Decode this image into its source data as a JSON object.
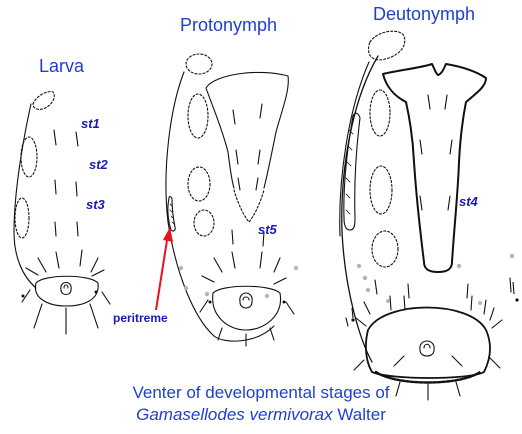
{
  "stages": {
    "larva": "Larva",
    "protonymph": "Protonymph",
    "deutonymph": "Deutonymph"
  },
  "setae": {
    "st1": "st1",
    "st2": "st2",
    "st3": "st3",
    "st4": "st4",
    "st5": "st5"
  },
  "annotation": {
    "peritreme": "peritreme"
  },
  "caption": {
    "line1": "Venter of developmental stages of",
    "line2_species": "Gamasellodes vermivorax",
    "line2_author": "Walter"
  },
  "colors": {
    "label_blue": "#1f3fd0",
    "arrow_red": "#e8101a",
    "line": "#111111",
    "pore_gray": "#b5b5b5"
  }
}
